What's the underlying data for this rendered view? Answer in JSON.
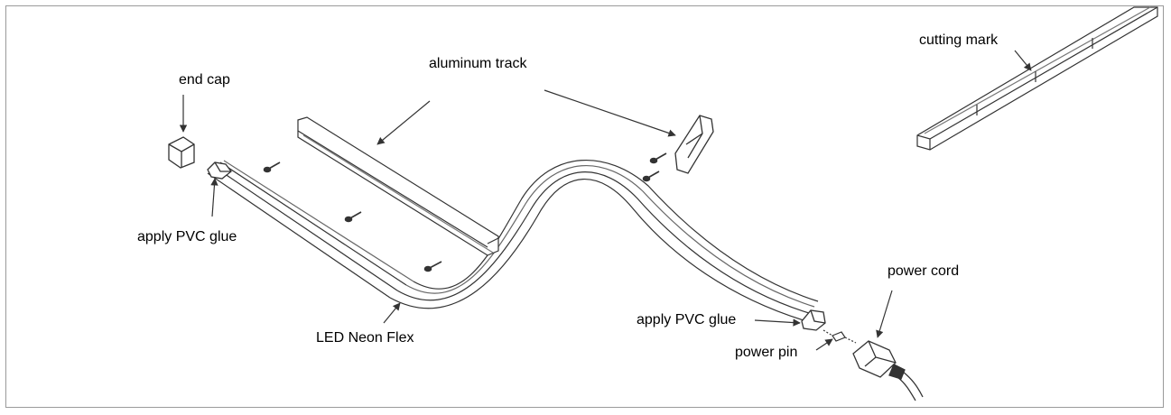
{
  "labels": {
    "end_cap": "end cap",
    "aluminum_track": "aluminum track",
    "cutting_mark": "cutting mark",
    "apply_pvc_glue_left": "apply PVC glue",
    "led_neon_flex": "LED Neon Flex",
    "apply_pvc_glue_right": "apply PVC glue",
    "power_pin": "power pin",
    "power_cord": "power cord"
  },
  "colors": {
    "line": "#333333",
    "label": "#000000"
  }
}
